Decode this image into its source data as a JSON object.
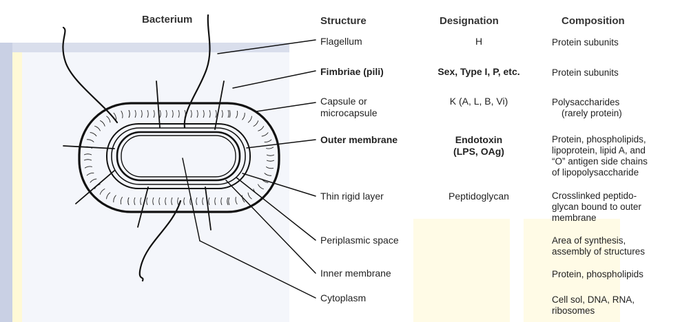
{
  "headers": {
    "bacterium": "Bacterium",
    "structure": "Structure",
    "designation": "Designation",
    "composition": "Composition"
  },
  "rows": [
    {
      "structure": [
        "Flagellum"
      ],
      "designation": [
        "H"
      ],
      "composition": [
        "Protein subunits"
      ]
    },
    {
      "structure": [
        "Fimbriae (pili)"
      ],
      "designation": [
        "Sex, Type I, P, etc."
      ],
      "composition": [
        "Protein subunits"
      ]
    },
    {
      "structure": [
        "Capsule or",
        "microcapsule"
      ],
      "designation": [
        "K (A, L, B, Vi)"
      ],
      "composition": [
        "Polysaccharides",
        "(rarely protein)"
      ]
    },
    {
      "structure": [
        "Outer membrane"
      ],
      "designation": [
        "Endotoxin",
        "(LPS, OAg)"
      ],
      "composition": [
        "Protein, phospholipids,",
        "lipoprotein, lipid A, and",
        "“O” antigen side chains",
        "of lipopolysaccharide"
      ]
    },
    {
      "structure": [
        "Thin rigid layer"
      ],
      "designation": [
        "Peptidoglycan"
      ],
      "composition": [
        "Crosslinked peptido-",
        "glycan bound to outer",
        "membrane"
      ]
    },
    {
      "structure": [
        "Periplasmic space"
      ],
      "designation": [],
      "composition": [
        "Area of synthesis,",
        "assembly of structures"
      ]
    },
    {
      "structure": [
        "Inner membrane"
      ],
      "designation": [],
      "composition": [
        "Protein, phospholipids"
      ]
    },
    {
      "structure": [
        "Cytoplasm"
      ],
      "designation": [],
      "composition": [
        "Cell sol, DNA, RNA,",
        "ribosomes"
      ]
    }
  ]
}
